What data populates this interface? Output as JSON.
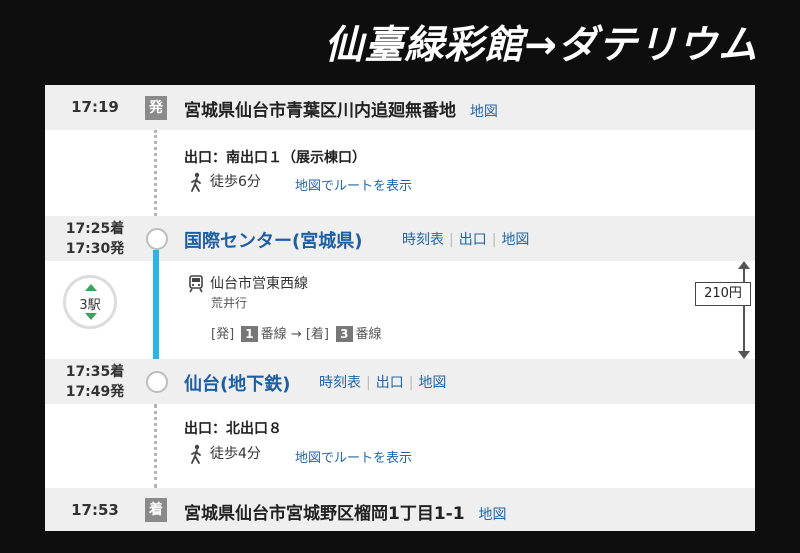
{
  "title": "仙臺緑彩館→ダテリウム",
  "route": {
    "departure": {
      "time": "17:19",
      "badge": "発",
      "address": "宮城県仙台市青葉区川内追廻無番地",
      "map_link": "地図"
    },
    "walk1": {
      "exit": "出口：南出口１（展示棟口）",
      "walk": "徒歩6分",
      "map_route": "地図でルートを表示"
    },
    "station1": {
      "arrive": "17:25着",
      "depart": "17:30発",
      "name": "国際センター(宮城県)",
      "links": [
        "時刻表",
        "出口",
        "地図"
      ]
    },
    "ride": {
      "stops": "3駅",
      "line": "仙台市営東西線",
      "direction": "荒井行",
      "platform": {
        "dep_label": "[発]",
        "dep_num": "1",
        "dep_suffix": "番線",
        "arrow": "→",
        "arr_label": "[着]",
        "arr_num": "3",
        "arr_suffix": "番線"
      },
      "fare": "210円"
    },
    "station2": {
      "arrive": "17:35着",
      "depart": "17:49発",
      "name": "仙台(地下鉄)",
      "links": [
        "時刻表",
        "出口",
        "地図"
      ]
    },
    "walk2": {
      "exit": "出口：北出口８",
      "walk": "徒歩4分",
      "map_route": "地図でルートを表示"
    },
    "arrival": {
      "time": "17:53",
      "badge": "着",
      "address": "宮城県仙台市宮城野区榴岡1丁目1-1",
      "map_link": "地図"
    }
  },
  "colors": {
    "background": "#0e0e0e",
    "line": "#2ab4e8",
    "station_text": "#1d5fa5",
    "link": "#2367a8",
    "badge": "#8a8a8a"
  },
  "icons": [
    "walking-person-icon",
    "train-icon",
    "up-arrow-icon",
    "down-arrow-icon"
  ]
}
